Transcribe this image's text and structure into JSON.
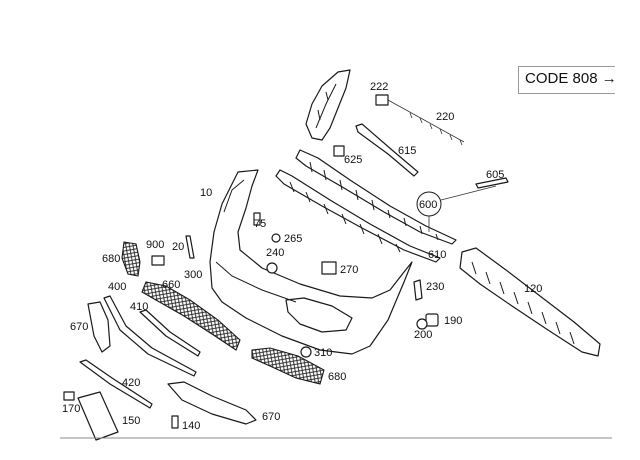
{
  "code_label": "CODE 808",
  "code_arrow": "→",
  "part_numbers": {
    "p222": "222",
    "p220": "220",
    "p615": "615",
    "p625": "625",
    "p605": "605",
    "p10": "10",
    "p600": "600",
    "p75": "75",
    "p265": "265",
    "p900": "900",
    "p20": "20",
    "p240": "240",
    "p270": "270",
    "p610": "610",
    "p680a": "680",
    "p300": "300",
    "p660": "660",
    "p230": "230",
    "p120": "120",
    "p400": "400",
    "p410": "410",
    "p190": "190",
    "p670a": "670",
    "p200": "200",
    "p310": "310",
    "p680b": "680",
    "p420": "420",
    "p170": "170",
    "p150": "150",
    "p140": "140",
    "p670b": "670"
  }
}
